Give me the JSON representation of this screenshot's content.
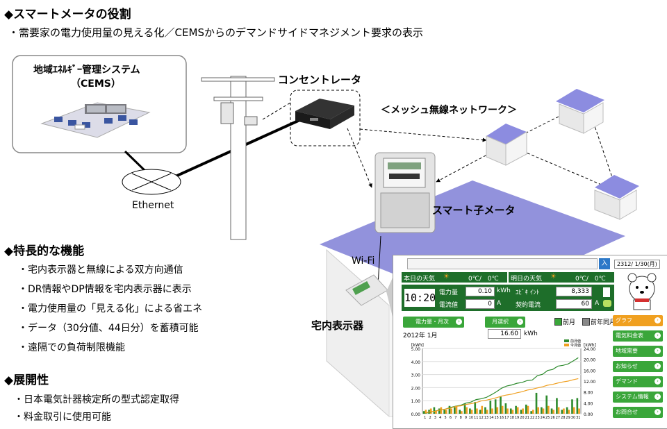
{
  "sections": {
    "role_title": "◆スマートメータの役割",
    "role_item": "・需要家の電力使用量の見える化／CEMSからのデマンドサイドマネジメント要求の表示",
    "features_title": "◆特長的な機能",
    "features": [
      "・宅内表示器と無線による双方向通信",
      "・DR情報やDP情報を宅内表示器に表示",
      "・電力使用量の「見える化」による省エネ",
      "・データ（30分値、44日分）を蓄積可能",
      "・遠隔での負荷制限機能"
    ],
    "expand_title": "◆展開性",
    "expand": [
      "・日本電気計器検定所の型式認定取得",
      "・料金取引に使用可能"
    ]
  },
  "diagram": {
    "cems_line1": "地域ｴﾈﾙｷﾞｰ管理システム",
    "cems_line2": "（CEMS）",
    "ethernet": "Ethernet",
    "concentrator": "コンセントレータ",
    "mesh": "＜メッシュ無線ネットワーク＞",
    "smart_meter": "スマート子メータ",
    "wifi": "Wi-Fi",
    "home_display": "宅内表示器"
  },
  "panel": {
    "top_button": "入",
    "date": "2312/ 1/30(月)",
    "today_label": "本日の天気",
    "today_temps": "0℃/　0℃",
    "tomorrow_label": "明日の天気",
    "tomorrow_temps": "0℃/　0℃",
    "time": "10:20",
    "power_label": "電力量",
    "power_value": "0.10",
    "power_unit": "kWh",
    "point_label": "ﾕﾋﾞｷ ｲﾝﾄ",
    "point_value": "8,333",
    "current_label": "電流値",
    "current_value": "0",
    "current_unit": "A",
    "contract_label": "契約電流",
    "contract_value": "60",
    "contract_unit": "A",
    "period_button": "電力量・月次",
    "month_button": "月選択",
    "prev_month": "前月",
    "prev_year": "前年同月",
    "month_label": "2012年 1月",
    "month_total": "16.60",
    "month_total_unit": "kWh",
    "side_buttons": [
      "グラフ",
      "電気料金表",
      "地域需要",
      "お知らせ",
      "デマンド",
      "システム情報",
      "お問合せ"
    ],
    "colors": {
      "green": "#3aa63a",
      "orange": "#f0a020",
      "dark": "#1e6e2a"
    }
  },
  "chart_data": {
    "type": "bar",
    "legend": [
      "前月値",
      "今月値"
    ],
    "ylabel": "[kWh]",
    "y2label": "[kWh]",
    "ylim": [
      0,
      5
    ],
    "y2lim": [
      0,
      24
    ],
    "yticks": [
      "5.00",
      "4.00",
      "3.00",
      "2.00",
      "1.00",
      "0.00"
    ],
    "y2ticks": [
      "24.00",
      "20.00",
      "16.00",
      "12.00",
      "8.00",
      "4.00",
      "0.00"
    ],
    "categories": [
      "1",
      "2",
      "3",
      "4",
      "5",
      "6",
      "7",
      "8",
      "9",
      "10",
      "11",
      "12",
      "13",
      "14",
      "15",
      "16",
      "17",
      "18",
      "19",
      "20",
      "21",
      "22",
      "23",
      "24",
      "25",
      "26",
      "27",
      "28",
      "29",
      "30",
      "31"
    ],
    "series": [
      {
        "name": "前月値",
        "values": [
          0.2,
          0.3,
          0.5,
          0.4,
          0.3,
          0.6,
          0.5,
          0.3,
          0.8,
          0.4,
          0.9,
          0.3,
          0.5,
          1.0,
          1.1,
          1.3,
          0.8,
          0.4,
          0.6,
          0.3,
          0.7,
          0.2,
          1.6,
          0.5,
          1.4,
          0.4,
          1.2,
          0.3,
          0.5,
          1.1,
          1.2
        ]
      },
      {
        "name": "今月値",
        "values": [
          0.3,
          0.4,
          0.2,
          0.5,
          0.3,
          0.4,
          0.6,
          0.2,
          0.5,
          0.3,
          0.4,
          0.6,
          0.3,
          0.4,
          0.5,
          0.6,
          0.4,
          0.3,
          0.5,
          0.4,
          0.6,
          0.3,
          0.5,
          0.4,
          0.6,
          0.3,
          0.5,
          0.4,
          0.3,
          0.5,
          0.4
        ]
      }
    ]
  }
}
